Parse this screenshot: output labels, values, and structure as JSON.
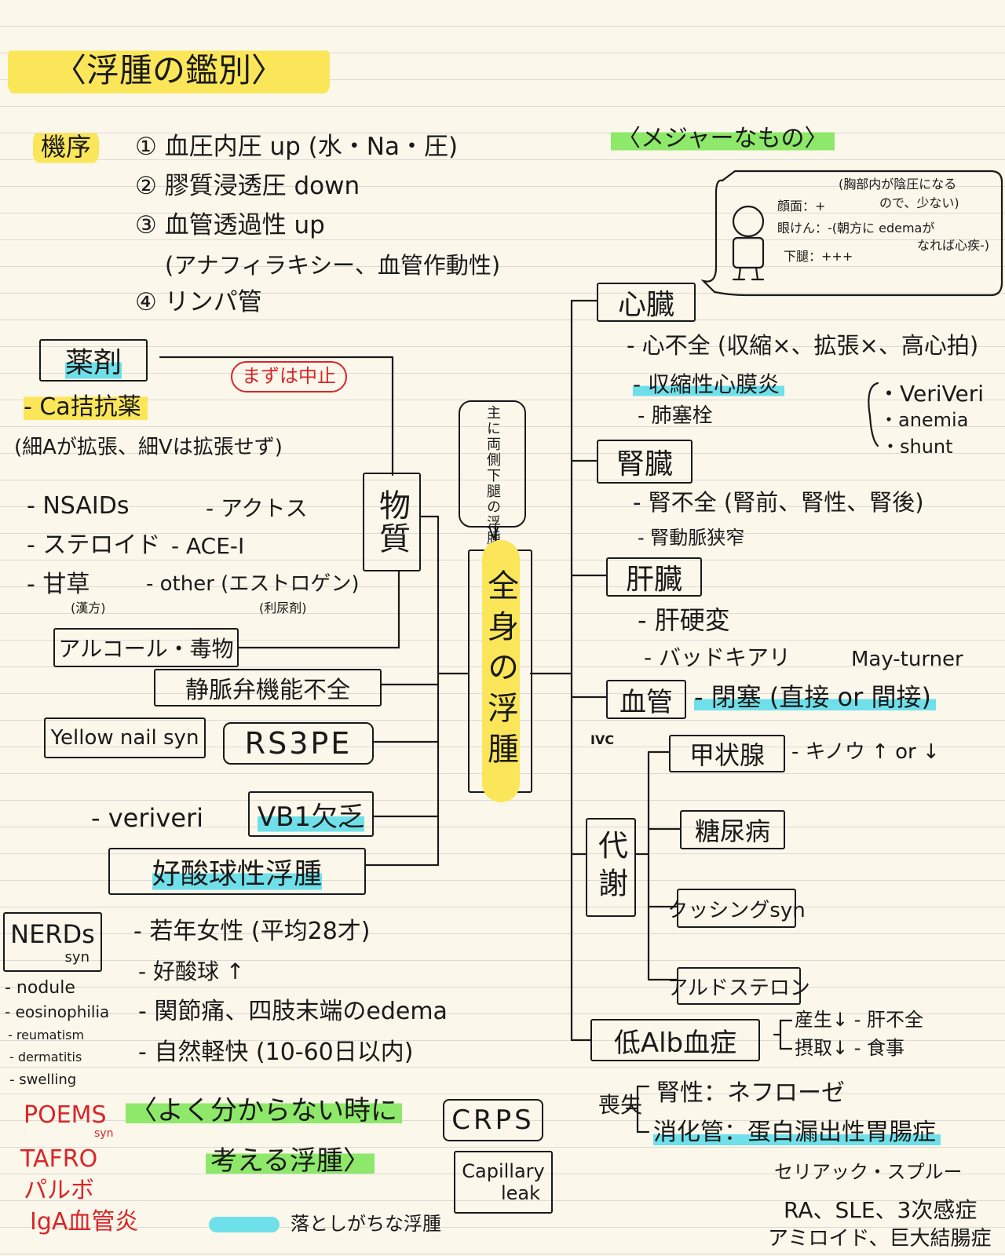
{
  "title": "〈浮腫の鑑別〉",
  "mechanism": {
    "label": "機序",
    "items": [
      "① 血圧内圧 up (水・Na・圧)",
      "② 膠質浸透圧 down",
      "③ 血管透過性 up",
      "(アナフィラキシー、血管作動性)",
      "④ リンパ管"
    ]
  },
  "major_title": "〈メジャーなもの〉",
  "callout": {
    "line1": "(胸部内が陰圧になる",
    "line2": "ので、少ない)",
    "face": "顔面：+",
    "eyelid": "眼けん：-(朝方に edemaが",
    "eyelid2": "なれば心疾-)",
    "legs": "下腿：+++"
  },
  "center": {
    "note": "主に両側下腿の浮腫",
    "note_arrow": "V",
    "label": "全身の浮腫"
  },
  "left": {
    "drug_box": "薬剤",
    "stop_first": "まずは中止",
    "ca_blocker": "- Ca拮抗薬",
    "ca_note": "(細Aが拡張、細Vは拡張せず)",
    "nsaids": "- NSAIDs",
    "actos": "- アクトス",
    "steroid": "- ステロイド",
    "acei": "- ACE-I",
    "kanzo": "- 甘草",
    "kanzo_sub": "(漢方)",
    "other": "- other (エストロゲン)",
    "other_sub": "(利尿剤)",
    "substance_box": "物質",
    "alcohol": "アルコール・毒物",
    "venous": "静脈弁機能不全",
    "yellow_nail": "Yellow nail syn",
    "rs3pe": "RS3PE",
    "veriveri": "- veriveri",
    "vb1": "VB1欠乏",
    "eosino": "好酸球性浮腫",
    "eos_items": [
      "- 若年女性 (平均28才)",
      "- 好酸球 ↑",
      "- 関節痛、四肢末端のedema",
      "- 自然軽快 (10-60日以内)"
    ]
  },
  "nerds": {
    "box": "NERDs",
    "box_sub": "syn",
    "items": [
      "- nodule",
      "- eosinophilia",
      "- reumatism",
      "- dermatitis",
      "- swelling"
    ]
  },
  "bottom_left": {
    "red_items": [
      "POEMS",
      "TAFRO",
      "パルボ",
      "IgA血管炎"
    ],
    "poems_sub": "syn",
    "unknown_line1": "〈よく分からない時に",
    "unknown_line2": "考える浮腫〉",
    "crps": "CRPS",
    "capillary1": "Capillary",
    "capillary2": "leak",
    "legend": "落としがちな浮腫"
  },
  "right": {
    "heart": "心臓",
    "hf": "- 心不全 (収縮×、拡張×、高心拍)",
    "constrictive": "- 収縮性心膜炎",
    "pe": "- 肺塞栓",
    "heart_causes": [
      "・VeriVeri",
      "・anemia",
      "・shunt"
    ],
    "kidney": "腎臓",
    "renal_failure": "- 腎不全 (腎前、腎性、腎後)",
    "renal_artery": "- 腎動脈狭窄",
    "liver": "肝臓",
    "cirrhosis": "- 肝硬変",
    "budd": "- バッドキアリ",
    "may": "May-turner",
    "vessel": "血管",
    "vessel_ivc": "IVC",
    "occlusion": "- 閉塞 (直接 or 間接)",
    "metabolic": "代謝",
    "thyroid": "甲状腺",
    "thyroid_note": "- キノウ ↑ or ↓",
    "dm": "糖尿病",
    "cushing": "クッシングsyn",
    "aldo": "アルドステロン",
    "lowalb": "低Alb血症",
    "prod": "産生↓ - 肝不全",
    "intake": "摂取↓ - 食事",
    "loss": "喪失",
    "renal_loss": "腎性：ネフローゼ",
    "gi_loss": "消化管：蛋白漏出性胃腸症",
    "celiac": "セリアック・スプルー",
    "ra": "RA、SLE、3次感症",
    "amyloid": "アミロイド、巨大結腸症"
  }
}
